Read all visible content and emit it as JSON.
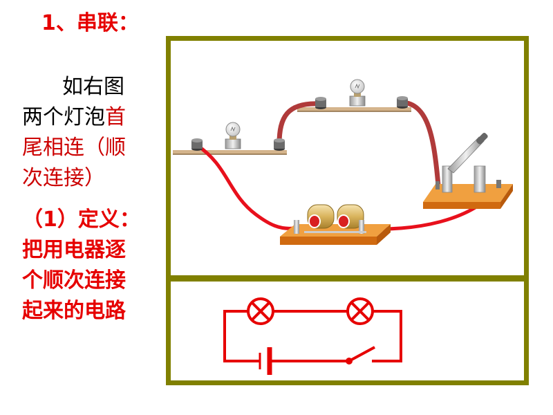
{
  "heading": "1、串联：",
  "description": {
    "line1": "如右图",
    "line2_black": "两个灯泡",
    "line2_red": "首",
    "line3": "尾相连（顺",
    "line4": "次连接）"
  },
  "definition": {
    "line1": "（1）定义：",
    "line2": "把用电器逐",
    "line3": "个顺次连接",
    "line4": "起来的电路"
  },
  "colors": {
    "heading": "#e60000",
    "frame_border": "#808000",
    "wire_red": "#e8101c",
    "wire_dark_red": "#b03a3a",
    "board": "#e07a1c",
    "schematic": "#e60000"
  },
  "icons": [
    "light-bulb-icon",
    "battery-holder-icon",
    "knife-switch-icon",
    "lamp-symbol-icon",
    "battery-symbol-icon",
    "switch-symbol-icon"
  ]
}
